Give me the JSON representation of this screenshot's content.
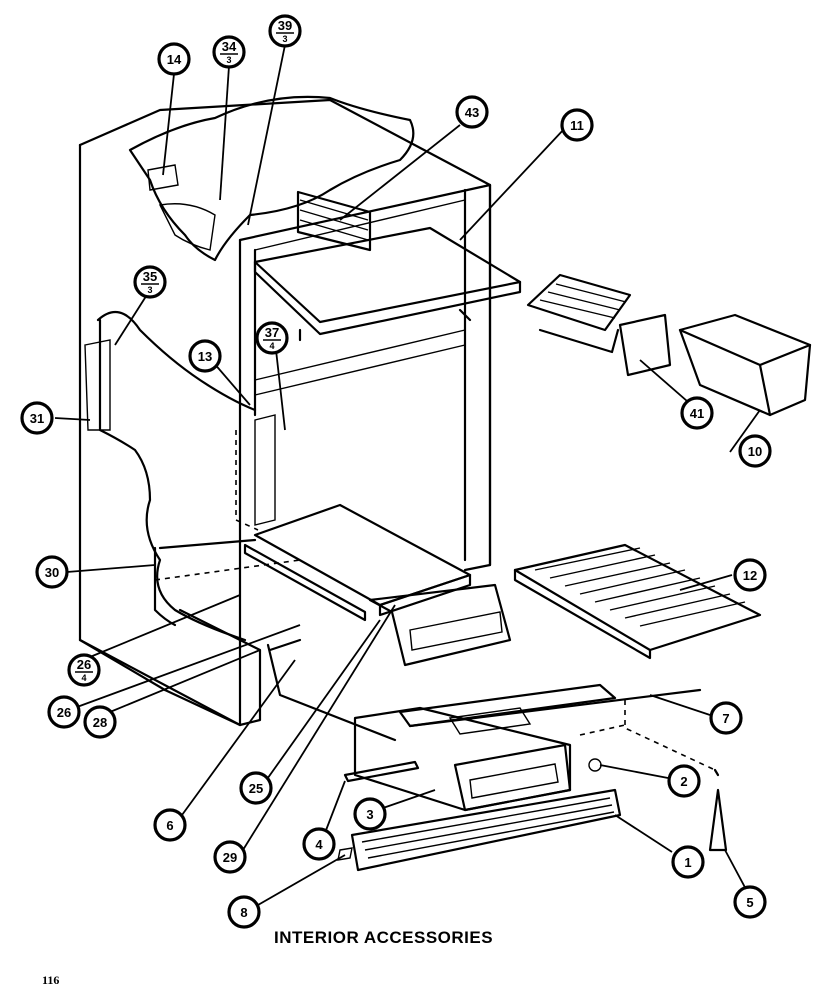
{
  "caption": "INTERIOR ACCESSORIES",
  "page_number": "116",
  "callouts": [
    {
      "key": "c14",
      "label": "14"
    },
    {
      "key": "c34",
      "label": "34",
      "sub": "3"
    },
    {
      "key": "c39",
      "label": "39",
      "sub": "3"
    },
    {
      "key": "c43",
      "label": "43"
    },
    {
      "key": "c11",
      "label": "11"
    },
    {
      "key": "c35a",
      "label": "35",
      "sub": "3"
    },
    {
      "key": "c37",
      "label": "37",
      "sub": "4"
    },
    {
      "key": "c13",
      "label": "13"
    },
    {
      "key": "c31",
      "label": "31"
    },
    {
      "key": "c41",
      "label": "41"
    },
    {
      "key": "c10",
      "label": "10"
    },
    {
      "key": "c30",
      "label": "30"
    },
    {
      "key": "c12",
      "label": "12"
    },
    {
      "key": "c26a",
      "label": "26",
      "sub": "4"
    },
    {
      "key": "c26b",
      "label": "26"
    },
    {
      "key": "c28",
      "label": "28"
    },
    {
      "key": "c7",
      "label": "7"
    },
    {
      "key": "c2",
      "label": "2"
    },
    {
      "key": "c6",
      "label": "6"
    },
    {
      "key": "c25",
      "label": "25"
    },
    {
      "key": "c3",
      "label": "3"
    },
    {
      "key": "c4",
      "label": "4"
    },
    {
      "key": "c1",
      "label": "1"
    },
    {
      "key": "c29",
      "label": "29"
    },
    {
      "key": "c8",
      "label": "8"
    },
    {
      "key": "c5",
      "label": "5"
    }
  ]
}
